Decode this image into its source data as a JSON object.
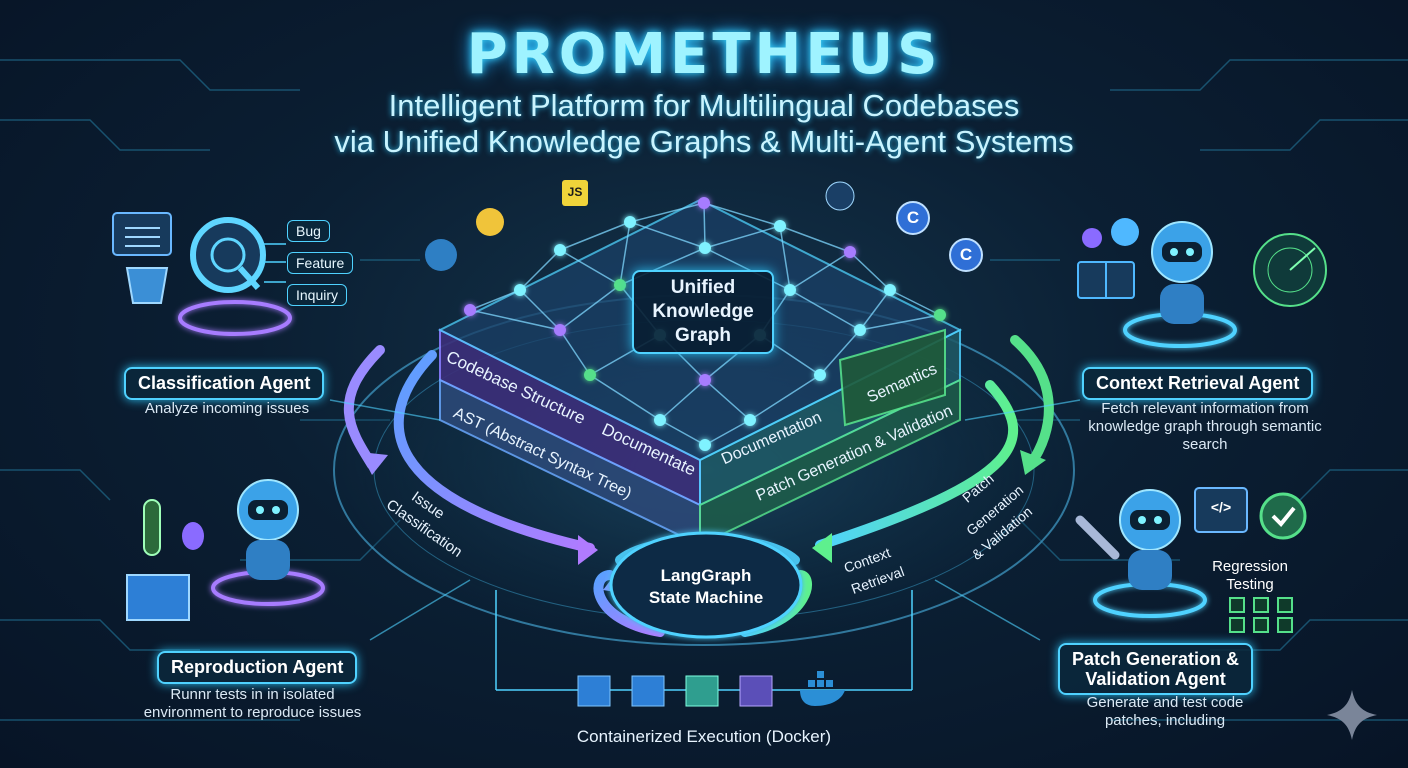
{
  "header": {
    "title": "PROMETHEUS",
    "subtitle_line1": "Intelligent Platform for Multilingual Codebases",
    "subtitle_line2": "via Unified Knowledge Graphs & Multi-Agent Systems"
  },
  "center": {
    "graph_label": "Unified Knowledge Graph",
    "graph_lines": [
      "Unified",
      "Knowledge",
      "Graph"
    ],
    "layers": {
      "codebase_structure": "Codebase Structure",
      "ast": "AST (Abstract Syntax Tree)",
      "documentate": "Documentate",
      "documentation": "Documentation",
      "semantics": "Semantics",
      "patch_gen": "Patch Generation & Validation"
    },
    "state_machine_lines": [
      "LangGraph",
      "State Machine"
    ],
    "flow": {
      "issue_classification_1": "Issue",
      "issue_classification_2": "Classification",
      "context_retrieval_1": "Context",
      "context_retrieval_2": "Retrieval",
      "patch_gen_1": "Patch",
      "patch_gen_2": "Generation",
      "patch_gen_3": "& Validation"
    },
    "docker_label": "Containerized Execution (Docker)",
    "language_badges": [
      "JS",
      "C",
      "C"
    ]
  },
  "agents": {
    "classification": {
      "name": "Classification Agent",
      "desc": "Analyze incoming issues",
      "tags": [
        "Bug",
        "Feature",
        "Inquiry"
      ]
    },
    "context": {
      "name": "Context Retrieval Agent",
      "desc_lines": [
        "Fetch relevant information from",
        "knowledge graph through semantic",
        "search"
      ]
    },
    "reproduction": {
      "name": "Reproduction Agent",
      "desc_lines": [
        "Runnr tests in in isolated",
        "environment to reproduce issues"
      ]
    },
    "patch": {
      "name_lines": [
        "Patch Generation &",
        "Validation Agent"
      ],
      "desc_lines": [
        "Generate and test code",
        "patches, including"
      ],
      "regression_lines": [
        "Regression",
        "Testing"
      ],
      "code_icon_text": "</>"
    }
  },
  "colors": {
    "cyan": "#4fd2ff",
    "purple": "#a77bff",
    "green": "#55e08a",
    "node": "#7ff2ff"
  }
}
